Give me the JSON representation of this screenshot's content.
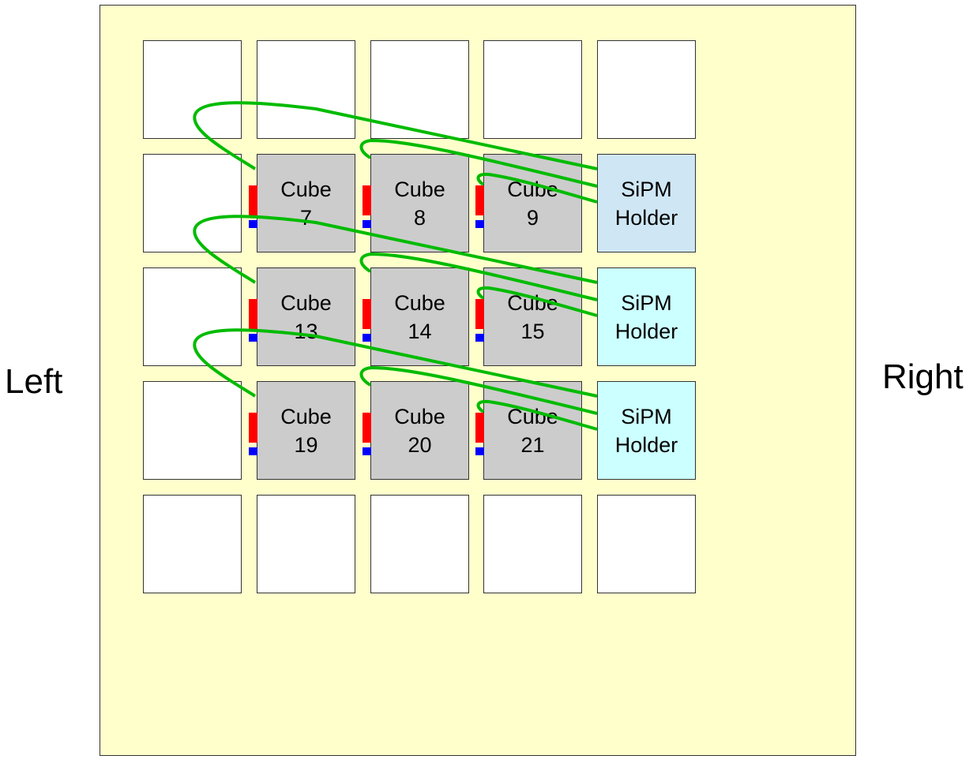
{
  "labels": {
    "left": "Left",
    "right": "Right"
  },
  "colors": {
    "board": "#ffffcc",
    "empty_cell": "#ffffff",
    "cube": "#cccccc",
    "holder_top": "#cfe7f5",
    "holder": "#ccffff",
    "fiber": "#00bb00",
    "red_marker": "#ff0000",
    "blue_marker": "#0000ff"
  },
  "grid": {
    "rows": [
      [
        {
          "type": "empty"
        },
        {
          "type": "empty"
        },
        {
          "type": "empty"
        },
        {
          "type": "empty"
        },
        {
          "type": "empty"
        }
      ],
      [
        {
          "type": "empty"
        },
        {
          "type": "cube",
          "line1": "Cube",
          "line2": "7"
        },
        {
          "type": "cube",
          "line1": "Cube",
          "line2": "8"
        },
        {
          "type": "cube",
          "line1": "Cube",
          "line2": "9"
        },
        {
          "type": "holder-top",
          "line1": "SiPM",
          "line2": "Holder"
        }
      ],
      [
        {
          "type": "empty"
        },
        {
          "type": "cube",
          "line1": "Cube",
          "line2": "13"
        },
        {
          "type": "cube",
          "line1": "Cube",
          "line2": "14"
        },
        {
          "type": "cube",
          "line1": "Cube",
          "line2": "15"
        },
        {
          "type": "holder",
          "line1": "SiPM",
          "line2": "Holder"
        }
      ],
      [
        {
          "type": "empty"
        },
        {
          "type": "cube",
          "line1": "Cube",
          "line2": "19"
        },
        {
          "type": "cube",
          "line1": "Cube",
          "line2": "20"
        },
        {
          "type": "cube",
          "line1": "Cube",
          "line2": "21"
        },
        {
          "type": "holder",
          "line1": "SiPM",
          "line2": "Holder"
        }
      ],
      [
        {
          "type": "empty"
        },
        {
          "type": "empty"
        },
        {
          "type": "empty"
        },
        {
          "type": "empty"
        },
        {
          "type": "empty"
        }
      ]
    ]
  }
}
